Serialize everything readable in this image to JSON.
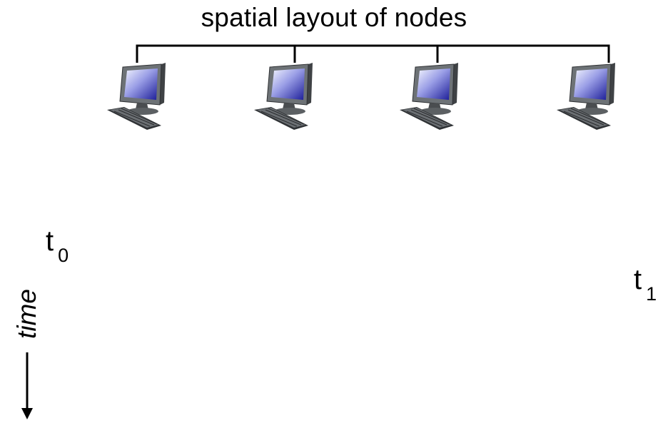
{
  "title": "spatial layout of nodes",
  "nodes": [
    {
      "id": "node-1",
      "icon": "computer-icon"
    },
    {
      "id": "node-2",
      "icon": "computer-icon"
    },
    {
      "id": "node-3",
      "icon": "computer-icon"
    },
    {
      "id": "node-4",
      "icon": "computer-icon"
    }
  ],
  "time_markers": {
    "t0": {
      "base": "t",
      "sub": "0"
    },
    "t1": {
      "base": "t",
      "sub": "1"
    }
  },
  "time_axis": {
    "label": "time",
    "direction": "down",
    "icon": "arrow-down-icon"
  },
  "colors": {
    "line": "#000000",
    "monitor_frame": "#5f6468",
    "screen_top": "#f2f4ff",
    "screen_bottom": "#1e1f9a",
    "keyboard": "#3a3d40"
  }
}
